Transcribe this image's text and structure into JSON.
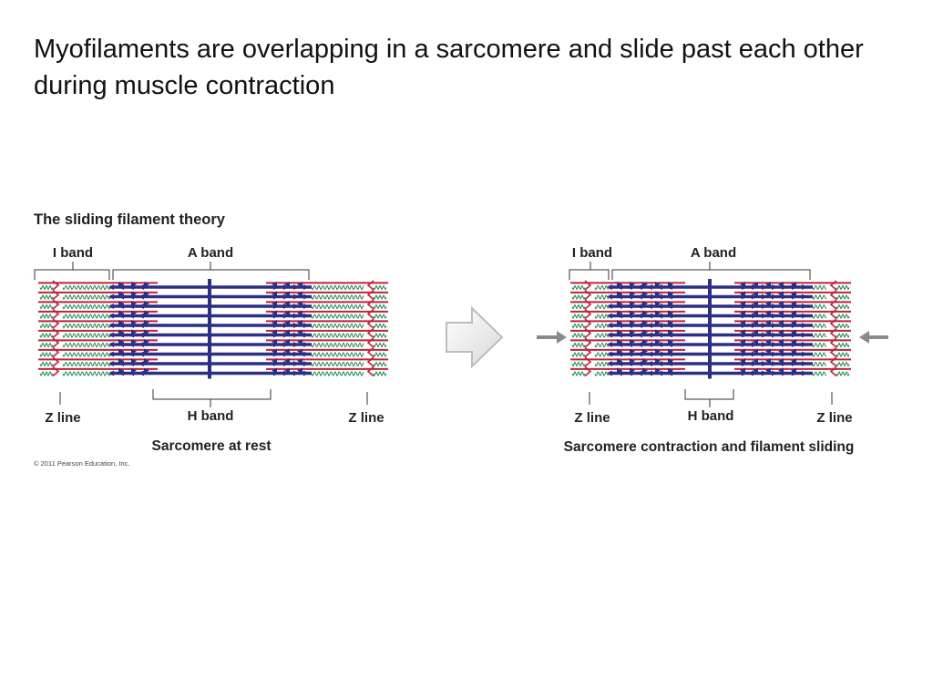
{
  "slide": {
    "title": "Myofilaments are overlapping in a sarcomere and slide past each other during muscle contraction"
  },
  "figure": {
    "title": "The sliding filament theory",
    "copyright": "© 2011 Pearson Education, Inc.",
    "colors": {
      "thin_filament": "#c0203a",
      "thick_filament": "#2b2f86",
      "titin_spring": "#1f8a55",
      "arrow_gray": "#8a8a8a"
    },
    "panels": [
      {
        "state": "rest",
        "i_band": "I band",
        "a_band": "A band",
        "z_line_left": "Z line",
        "h_band": "H band",
        "z_line_right": "Z line",
        "caption": "Sarcomere at rest"
      },
      {
        "state": "contracted",
        "i_band": "I band",
        "a_band": "A band",
        "z_line_left": "Z line",
        "h_band": "H band",
        "z_line_right": "Z line",
        "caption": "Sarcomere contraction and filament sliding"
      }
    ]
  }
}
